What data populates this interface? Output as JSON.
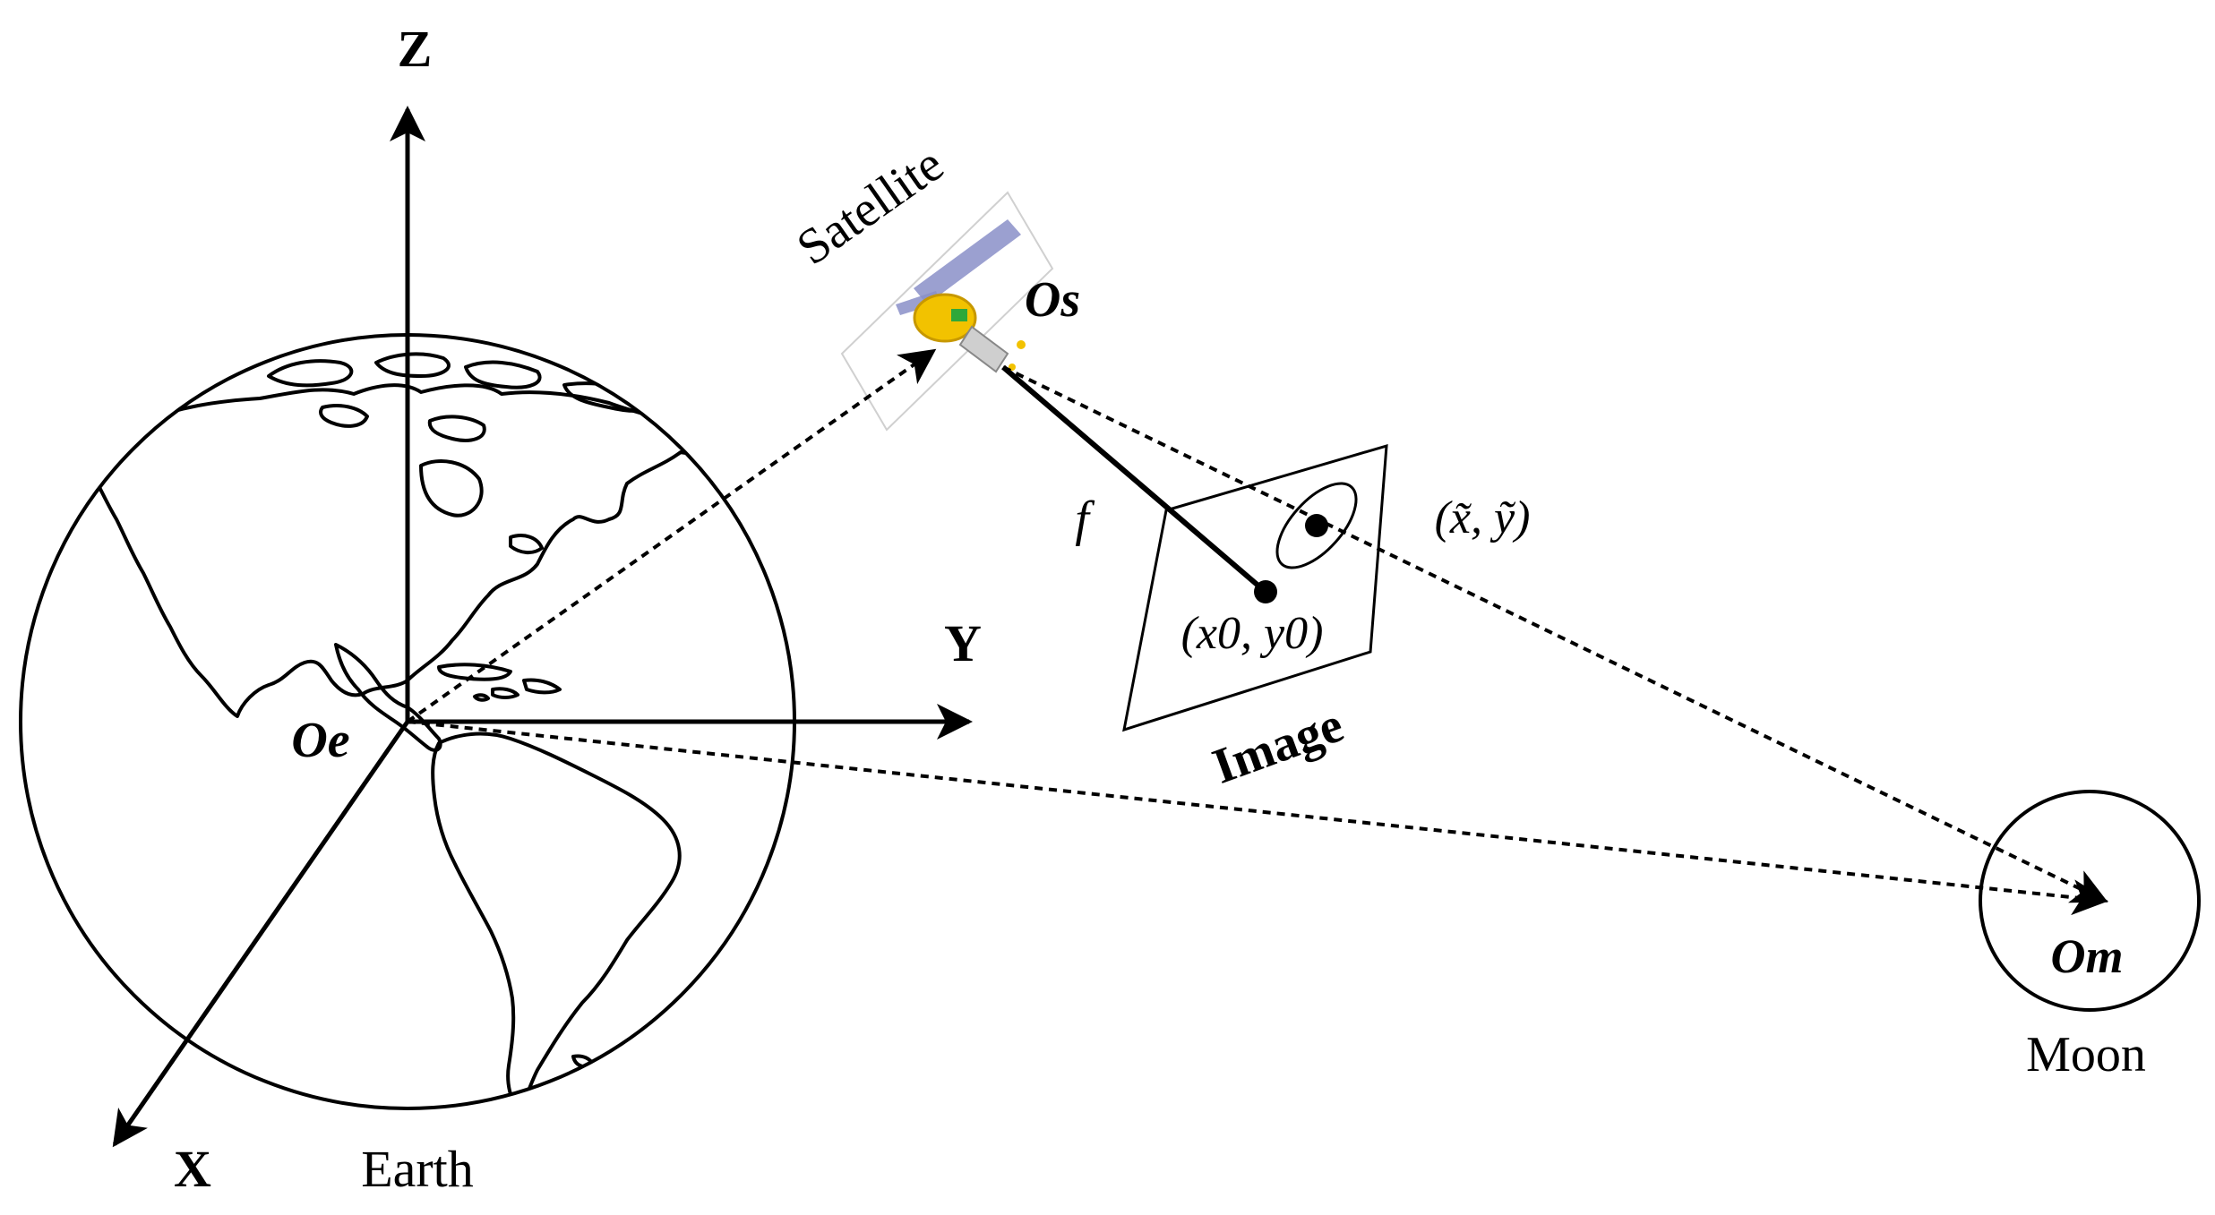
{
  "labels": {
    "axis_z": "Z",
    "axis_y": "Y",
    "axis_x": "X",
    "earth_origin": "Oe",
    "earth": "Earth",
    "satellite": "Satellite",
    "satellite_origin": "Os",
    "focal_length": "f",
    "principal_point": "(x0, y0)",
    "measured_point": "(x̃, ỹ)",
    "image": "Image",
    "moon_origin": "Om",
    "moon": "Moon"
  },
  "colors": {
    "ink": "#000000",
    "satellite_body": "#f2c200",
    "satellite_panel": "#8a8fc8",
    "satellite_sensor": "#2fa83a"
  },
  "icons": [
    "earth-globe-icon",
    "satellite-icon",
    "moon-circle-icon"
  ]
}
